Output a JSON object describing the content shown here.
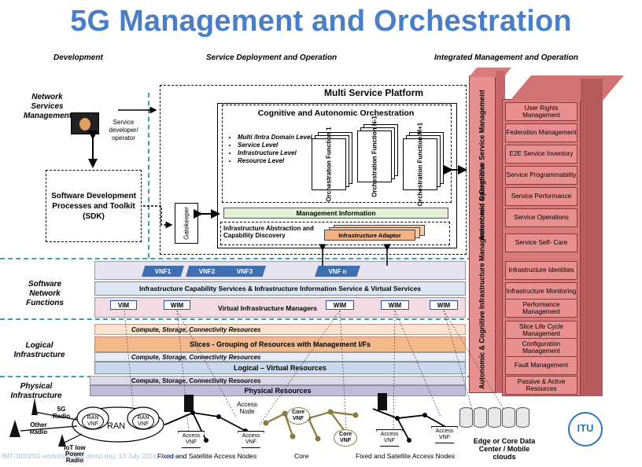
{
  "title": "5G Management and Orchestration",
  "columns": {
    "development": "Development",
    "service_deployment": "Service Deployment and Operation",
    "integrated": "Integrated Management and Operation"
  },
  "left_sections": {
    "network_services_management": "Network Services Management",
    "software_network_functions": "Software Network Functions",
    "logical_infrastructure": "Logical Infrastructure",
    "physical_infrastructure": "Physical Infrastructure"
  },
  "service_developer": "Service developer/ operator",
  "sdk": {
    "line1": "Software Development",
    "line2": "Processes and Toolkit",
    "line3": "(SDK)"
  },
  "gatekeeper": "Gatekeeper",
  "multi_service_platform": "Multi Service Platform",
  "cognitive": {
    "title": "Cognitive and Autonomic Orchestration",
    "levels": [
      "Multi /Intra Domain Level",
      "Service Level",
      "Infrastructure Level",
      "Resource Level"
    ],
    "functions": [
      "Orchestration Function 1",
      "Orchestration Function N-1",
      "Orchestration Function M+1"
    ]
  },
  "management_information": "Management Information",
  "infra_abstraction": "Infrastructure Abstraction and Capability Discovery",
  "infra_adaptor": "Infrastructure Adaptor",
  "vnfs": [
    "VNF1",
    "VNF2",
    "VNF3",
    "VNF n"
  ],
  "capability_services": "Infrastructure Capability Services & Infrastructure Information Service & Virtual Services",
  "wim": "WIM",
  "vim_label": "VIM",
  "virtual_infra_managers": "Virtual Infrastructure Managers",
  "layers": {
    "css1": "Compute, Storage, Connectivity Resources",
    "slices": "Slices - Grouping of Resources with Management I/Fs",
    "css2": "Compute, Storage, Connectivity Resources",
    "logical_virtual": "Logical – Virtual Resources",
    "css3": "Compute, Storage, Connectivity Resources",
    "physical": "Physical Resources"
  },
  "vertical": {
    "service_mgmt": "Autonomic & Cognitive Service Management",
    "infra_mgmt": "Autonomic & Cognitive Infrastructure Management and Operations"
  },
  "right_cells": [
    "User Rights Management",
    "Federation Management",
    "E2E Service Inventory",
    "Service Programmability",
    "Service Performance",
    "Service Operations",
    "Service Self- Care",
    "Infrastructure Identities",
    "Infrastructure Monitoring",
    "Performance Management",
    "Slice Life Cycle Management",
    "Configuration Management",
    "Fault Management",
    "Passive & Active Resources"
  ],
  "physical": {
    "fiveg_radio": "5G Radio",
    "other_radio": "Other Radio",
    "iot_radio": "IoT low Power Radio",
    "ran": "RAN",
    "ran_vnf": "RAN VNF",
    "access_node": "Access Node",
    "access_vnf": "Access VNF",
    "core_vnf": "Core VNF",
    "edge_core": "Edge or Core Data Center / Mobile clouds",
    "bottom_fixed1": "Fixed and Satellite Access Nodes",
    "bottom_core": "Core",
    "bottom_fixed2": "Fixed and Satellite Access Nodes",
    "footer": "IMT-2020/5G workshop and demo day, 13 July 2016, Geneva",
    "itu": "ITU"
  },
  "colors": {
    "title": "#4a7fc6",
    "vnf": "#3e6fb0",
    "orange_layer": "#f2b98b",
    "blue_layer": "#c9d8ee",
    "purple_layer": "#c3bcd9",
    "right_cell": "#e88f90",
    "dashed": "#3d9fb4"
  }
}
